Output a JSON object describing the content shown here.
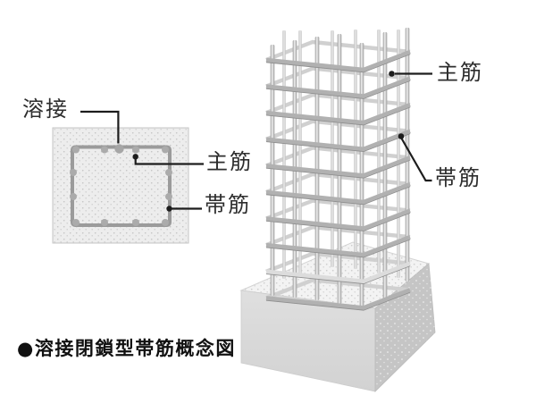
{
  "figure": {
    "caption": "●溶接閉鎖型帯筋概念図",
    "cross_section": {
      "label_weld": "溶接",
      "label_main_bar": "主筋",
      "label_hoop_bar": "帯筋"
    },
    "column_3d": {
      "label_main_bar": "主筋",
      "label_hoop_bar": "帯筋"
    },
    "colors": {
      "background": "#ffffff",
      "concrete_fill": "#ededed",
      "stipple_dot": "#c6c6c6",
      "hoop_gray": "#9b9b9b",
      "rebar_dot_gray": "#ababab",
      "weld_dot_gray": "#a6a6a6",
      "leader_black": "#1d1d1d",
      "band_front_gray": "#b1b1b1",
      "band_back_gray": "#d0d0d0",
      "foundation_top": "#f3f3f3",
      "foundation_left": "#d8d8d8",
      "foundation_right": "#c5c5c5"
    }
  }
}
